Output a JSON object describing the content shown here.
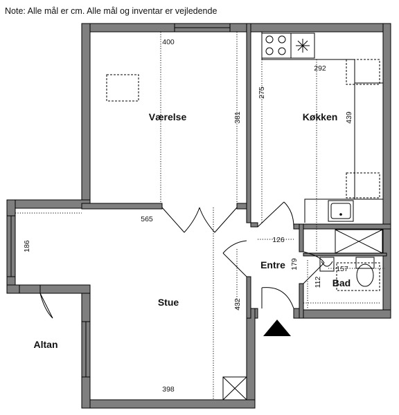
{
  "note": "Note: Alle mål er cm. Alle mål og inventar er vejledende",
  "rooms": {
    "vaerelse": "Værelse",
    "koekken": "Køkken",
    "stue": "Stue",
    "entre": "Entre",
    "bad": "Bad",
    "altan": "Altan"
  },
  "dimensions": {
    "vaerelse_width": "400",
    "vaerelse_depth": "381",
    "koekken_width": "292",
    "koekken_depth": "439",
    "koekken_side": "275",
    "stue_top": "565",
    "stue_width": "398",
    "stue_depth": "432",
    "stue_side": "186",
    "entre_width": "126",
    "entre_depth": "179",
    "bad_width": "157",
    "bad_depth": "112"
  },
  "fixtures": [
    "stove-icon",
    "sink-icon",
    "toilet-icon",
    "washbasin-icon",
    "shower-icon",
    "entrance-arrow-icon"
  ]
}
